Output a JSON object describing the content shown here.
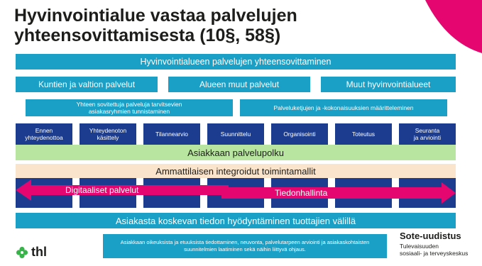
{
  "title": {
    "line1": "Hyvinvointialue vastaa palvelujen",
    "line2": "yhteensovittamisesta (10§, 58§)"
  },
  "main_bar": "Hyvinvointialueen palvelujen yhteensovittaminen",
  "service_groups": [
    "Kuntien ja valtion palvelut",
    "Alueen muut palvelut",
    "Muut hyvinvointialueet"
  ],
  "identification": {
    "left_line1": "Yhteen sovitettuja palveluja tarvitsevien",
    "left_line2": "asiakasryhmien tunnistaminen",
    "right": "Palveluketjujen ja -kokonaisuuksien määritteleminen"
  },
  "steps": [
    [
      "Ennen",
      "yhteydenottoa"
    ],
    [
      "Yhteydenoton",
      "käsittely"
    ],
    [
      "Tilannearvio",
      ""
    ],
    [
      "Suunnittelu",
      ""
    ],
    [
      "Organisointi",
      ""
    ],
    [
      "Toteutus",
      ""
    ],
    [
      "Seuranta",
      "ja arviointi"
    ]
  ],
  "customer_path": "Asiakkaan palvelupolku",
  "operating_models": "Ammattilaisen integroidut toimintamallit",
  "arrows": {
    "digital": "Digitaaliset palvelut",
    "info_management": "Tiedonhallinta"
  },
  "data_utilization": "Asiakasta koskevan tiedon hyödyntäminen tuottajien välillä",
  "info_box": {
    "line1": "Asiakkaan oikeuksista ja etuuksista tiedottaminen, neuvonta, palvelutarpeen arviointi ja asiakaskohtaisten",
    "line2": "suunnitelmien laatiminen sekä näihin liittyvä ohjaus."
  },
  "logo_thl": "thl",
  "sote": {
    "name": "Sote-uudistus",
    "line1": "Tulevaisuuden",
    "line2": "sosiaali- ja terveyskeskus"
  },
  "colors": {
    "teal": "#1aa0c6",
    "navy": "#1c3d8f",
    "green": "#b8e6a0",
    "peach": "#fbe4cc",
    "magenta": "#e5076f",
    "thl_green": "#37b34a"
  }
}
